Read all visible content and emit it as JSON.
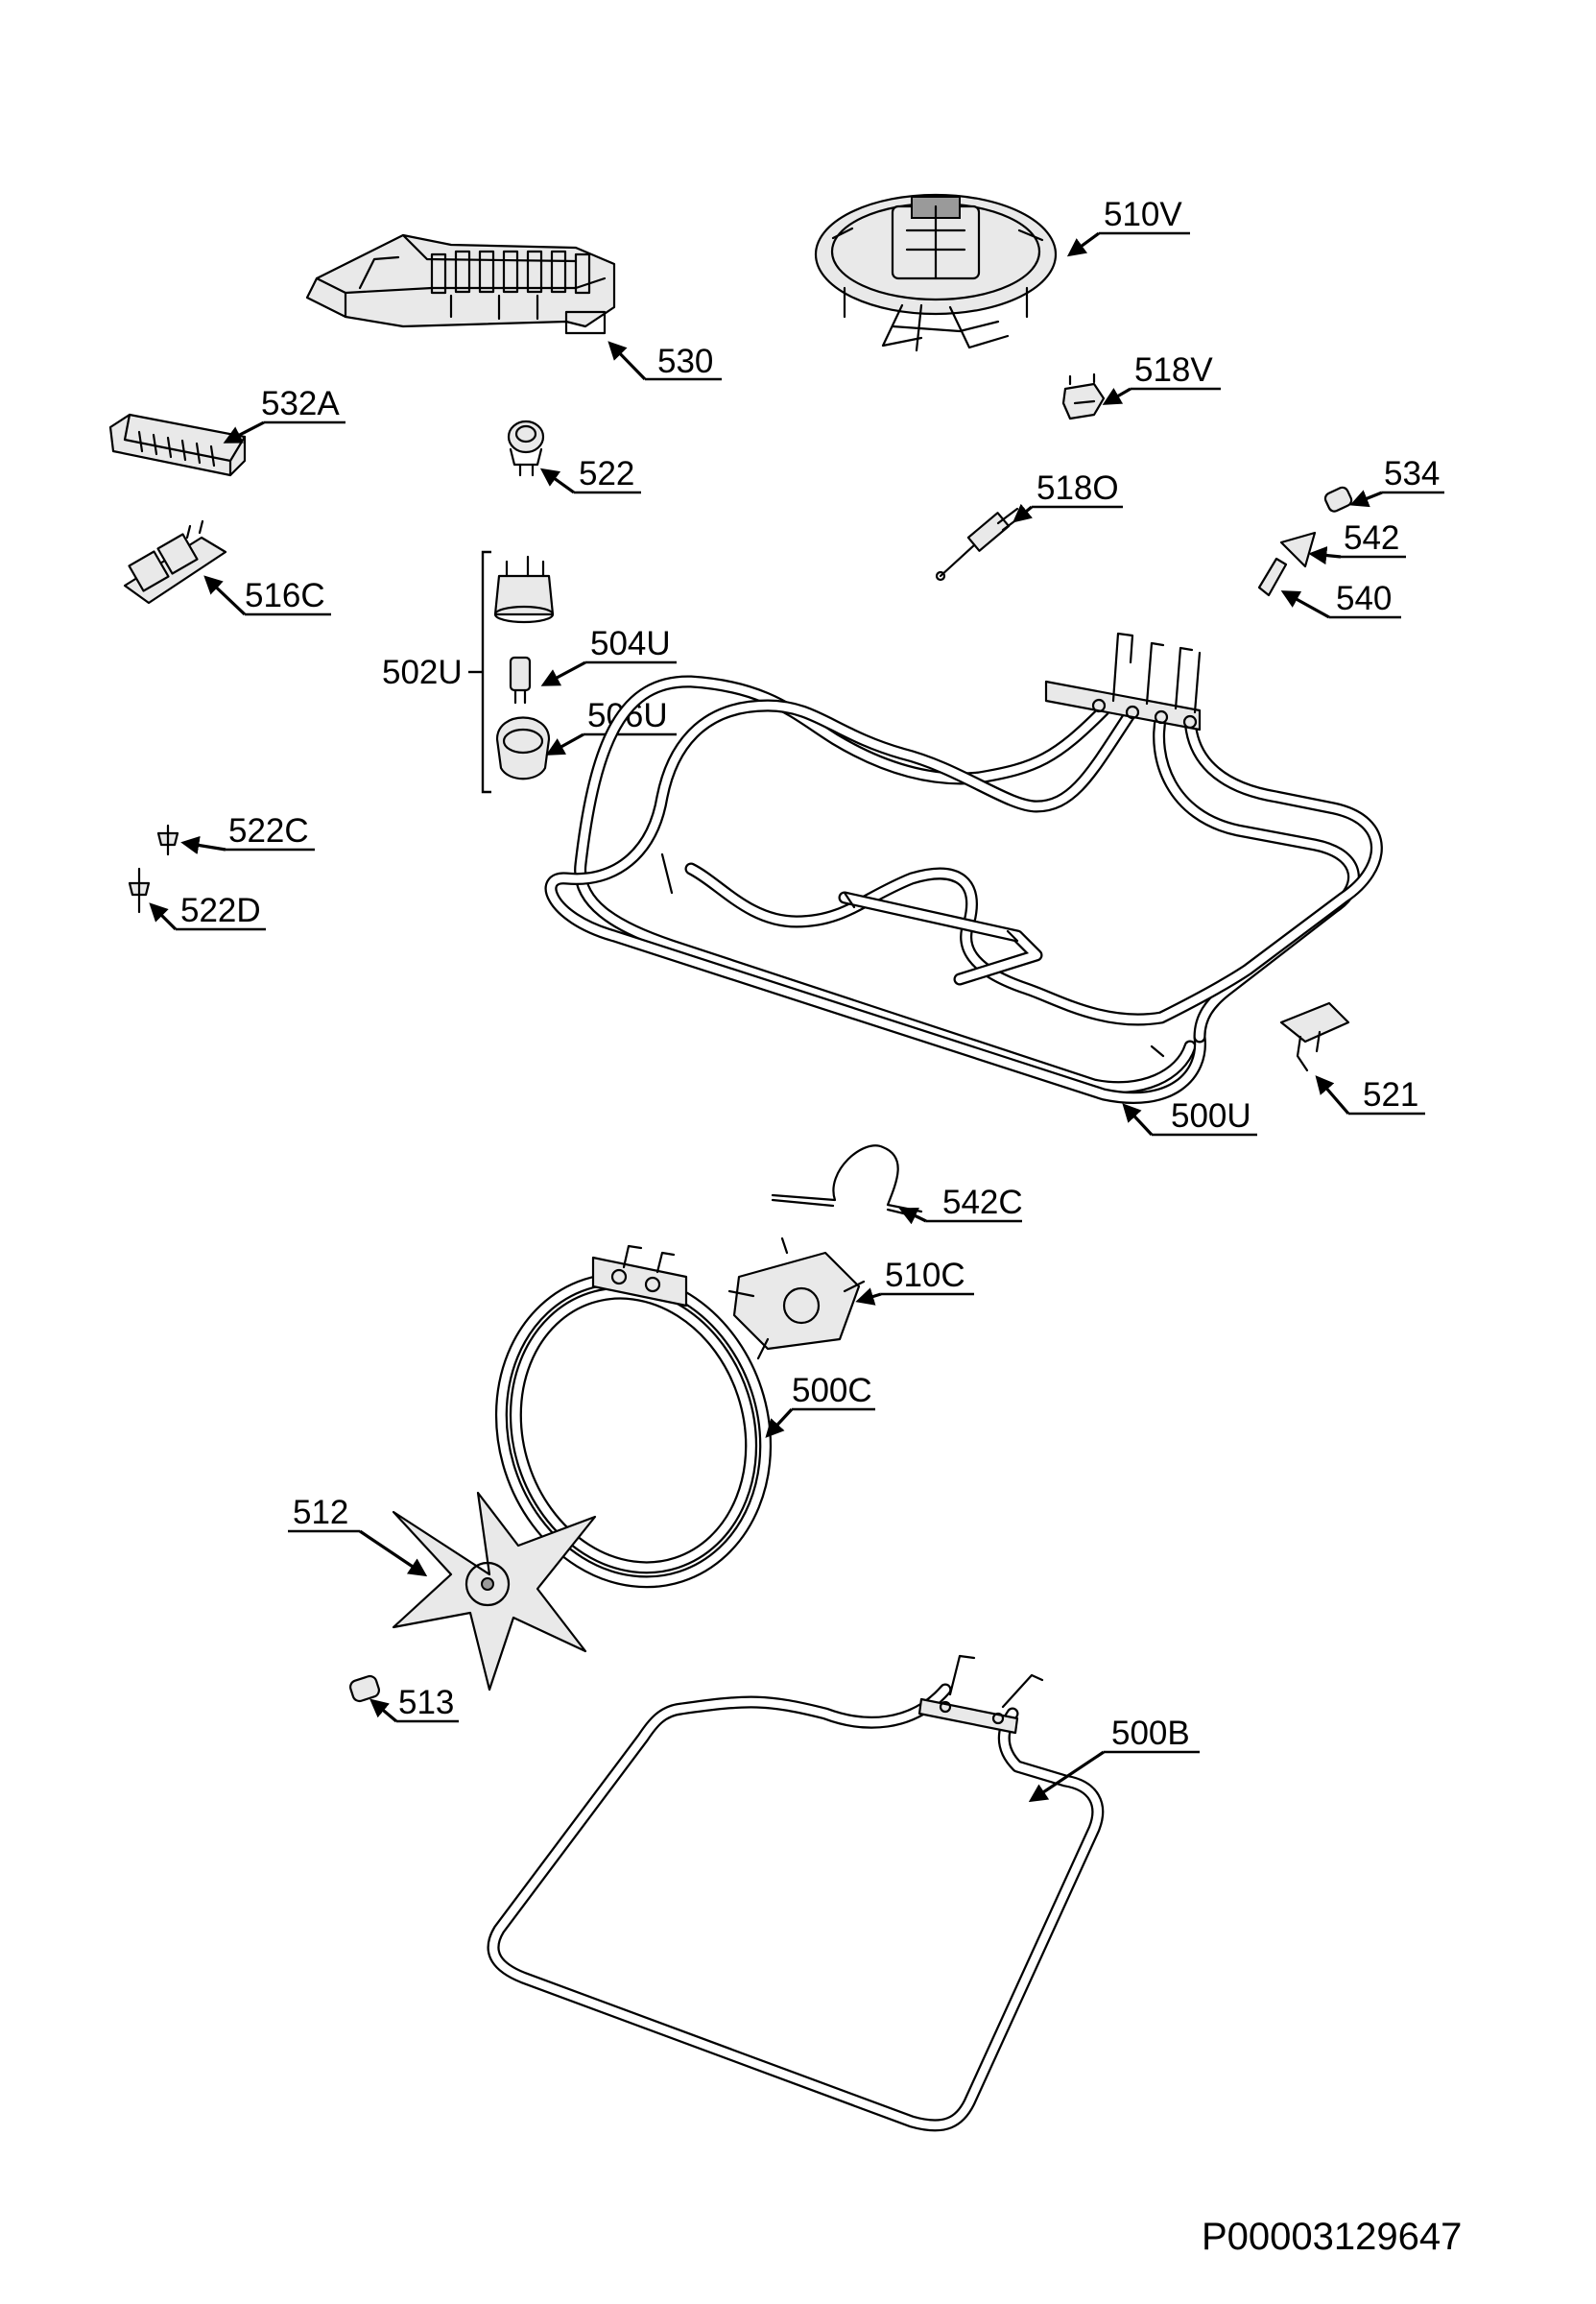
{
  "diagram": {
    "part_labels": {
      "p510V": "510V",
      "p530": "530",
      "p532A": "532A",
      "p522": "522",
      "p518V": "518V",
      "p518O": "518O",
      "p534": "534",
      "p542": "542",
      "p540": "540",
      "p516C": "516C",
      "p502U": "502U",
      "p504U": "504U",
      "p506U": "506U",
      "p522C": "522C",
      "p522D": "522D",
      "p500U": "500U",
      "p521": "521",
      "p542C": "542C",
      "p510C": "510C",
      "p500C": "500C",
      "p512": "512",
      "p513": "513",
      "p500B": "500B"
    },
    "drawing_code": "P00003129647"
  }
}
